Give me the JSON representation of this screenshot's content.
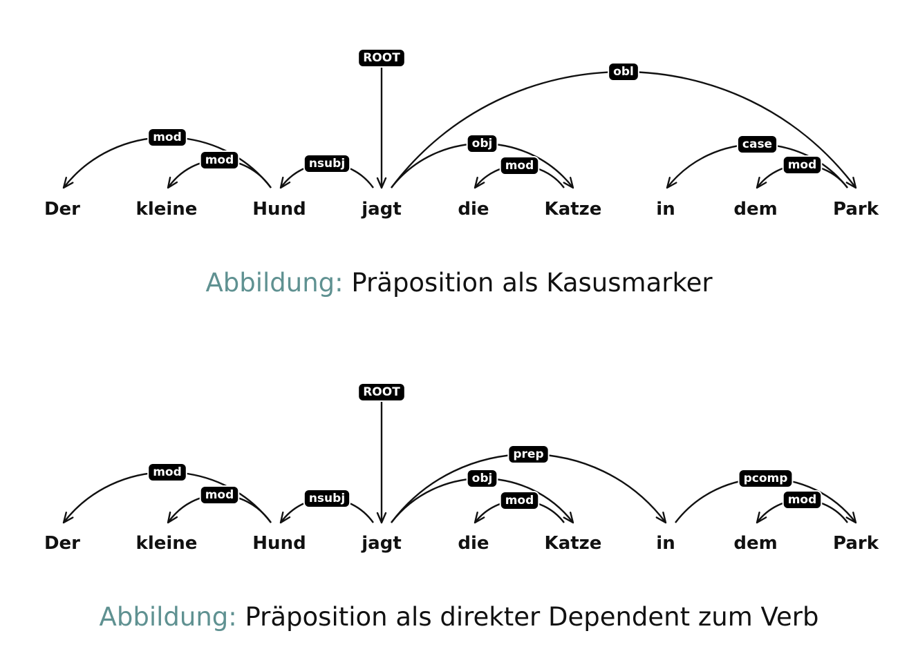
{
  "colors": {
    "caption_prefix": "#5f9191",
    "label_bg": "#000000",
    "ink": "#111111"
  },
  "diagrams": [
    {
      "words": [
        "Der",
        "kleine",
        "Hund",
        "jagt",
        "die",
        "Katze",
        "in",
        "dem",
        "Park"
      ],
      "root": {
        "label": "ROOT",
        "target": 3
      },
      "arcs": [
        {
          "head": 2,
          "dep": 0,
          "label": "mod"
        },
        {
          "head": 2,
          "dep": 1,
          "label": "mod"
        },
        {
          "head": 3,
          "dep": 2,
          "label": "nsubj"
        },
        {
          "head": 3,
          "dep": 5,
          "label": "obj"
        },
        {
          "head": 5,
          "dep": 4,
          "label": "mod"
        },
        {
          "head": 3,
          "dep": 8,
          "label": "obl"
        },
        {
          "head": 8,
          "dep": 6,
          "label": "case"
        },
        {
          "head": 8,
          "dep": 7,
          "label": "mod"
        }
      ],
      "caption": {
        "prefix": "Abbildung:",
        "text": "Präposition als Kasusmarker"
      }
    },
    {
      "words": [
        "Der",
        "kleine",
        "Hund",
        "jagt",
        "die",
        "Katze",
        "in",
        "dem",
        "Park"
      ],
      "root": {
        "label": "ROOT",
        "target": 3
      },
      "arcs": [
        {
          "head": 2,
          "dep": 0,
          "label": "mod"
        },
        {
          "head": 2,
          "dep": 1,
          "label": "mod"
        },
        {
          "head": 3,
          "dep": 2,
          "label": "nsubj"
        },
        {
          "head": 3,
          "dep": 5,
          "label": "obj"
        },
        {
          "head": 5,
          "dep": 4,
          "label": "mod"
        },
        {
          "head": 3,
          "dep": 6,
          "label": "prep"
        },
        {
          "head": 6,
          "dep": 8,
          "label": "pcomp"
        },
        {
          "head": 8,
          "dep": 7,
          "label": "mod"
        }
      ],
      "caption": {
        "prefix": "Abbildung:",
        "text": "Präposition als direkter Dependent zum Verb"
      }
    }
  ]
}
